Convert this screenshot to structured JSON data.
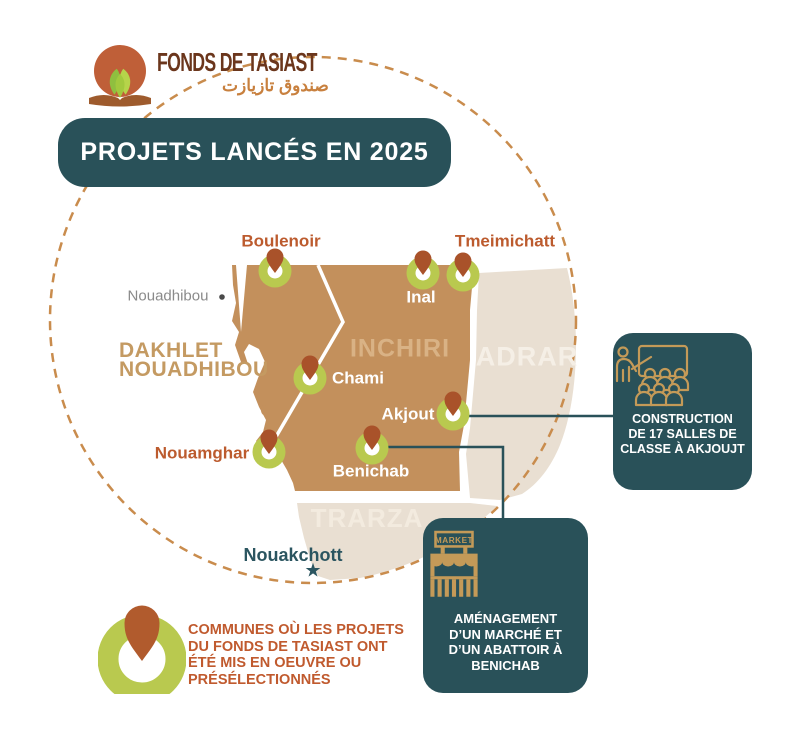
{
  "logo": {
    "name": "FONDS DE TASIAST",
    "name_ar": "صندوق تازيازت"
  },
  "title": "PROJETS LANCÉS EN 2025",
  "map": {
    "regions": {
      "dakhlet_line1": "DAKHLET",
      "dakhlet_line2": "NOUADHIBOU",
      "inchiri": "INCHIRI",
      "adrar": "ADRAR",
      "trarza": "TRARZA"
    },
    "cities": {
      "nouadhibou": "Nouadhibou",
      "nouakchott": "Nouakchott"
    },
    "pins": {
      "boulenoir": "Boulenoir",
      "tmeimichatt": "Tmeimichatt",
      "inal": "Inal",
      "chami": "Chami",
      "akjout": "Akjout",
      "benichab": "Benichab",
      "nouamghar": "Nouamghar"
    }
  },
  "callouts": {
    "akjoujt": {
      "lines": [
        "CONSTRUCTION",
        "DE 17 SALLES DE",
        "CLASSE À AKJOUJT"
      ]
    },
    "benichab": {
      "icon_label": "MARKET",
      "lines": [
        "AMÉNAGEMENT",
        "D’UN MARCHÉ ET",
        "D’UN ABATTOIR À",
        "BENICHAB"
      ]
    }
  },
  "legend": {
    "lines": [
      "COMMUNES OÙ LES PROJETS",
      "DU FONDS DE TASIAST ONT",
      "ÉTÉ MIS EN OEUVRE OU",
      "PRÉSÉLECTIONNÉS"
    ]
  },
  "colors": {
    "teal": "#295159",
    "rust_label": "#bc5b2e",
    "pin_drop": "#a9522a",
    "lime": "#b9c94f",
    "map_brown": "#c3905c",
    "map_beige": "#e9dfd2",
    "gold_icon": "#c49a58",
    "dash_circle": "#c98c4d"
  }
}
